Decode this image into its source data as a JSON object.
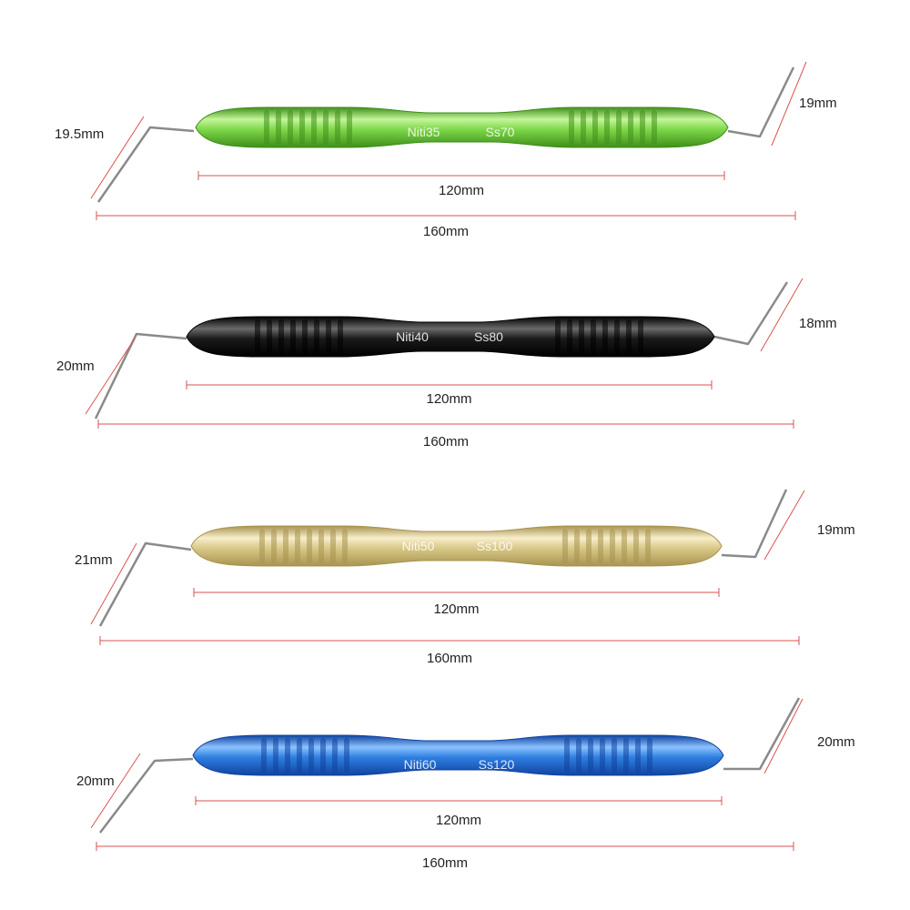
{
  "instruments": [
    {
      "color": "#7ed84a",
      "color_light": "#c4f59a",
      "color_dark": "#3f8f1a",
      "label_left": "Niti35",
      "label_right": "Ss70",
      "left_tip": "19.5mm",
      "right_tip": "19mm",
      "handle_length": "120mm",
      "total_length": "160mm"
    },
    {
      "color": "#1a1a1a",
      "color_light": "#6a6a6a",
      "color_dark": "#000000",
      "label_left": "Niti40",
      "label_right": "Ss80",
      "left_tip": "20mm",
      "right_tip": "18mm",
      "handle_length": "120mm",
      "total_length": "160mm"
    },
    {
      "color": "#d9c98a",
      "color_light": "#f7eecb",
      "color_dark": "#a8944f",
      "label_left": "Niti50",
      "label_right": "Ss100",
      "left_tip": "21mm",
      "right_tip": "19mm",
      "handle_length": "120mm",
      "total_length": "160mm"
    },
    {
      "color": "#2f7fe0",
      "color_light": "#8cc2ff",
      "color_dark": "#1043a0",
      "label_left": "Niti60",
      "label_right": "Ss120",
      "left_tip": "20mm",
      "right_tip": "20mm",
      "handle_length": "120mm",
      "total_length": "160mm"
    }
  ],
  "measure_line_color": "#d9534f"
}
